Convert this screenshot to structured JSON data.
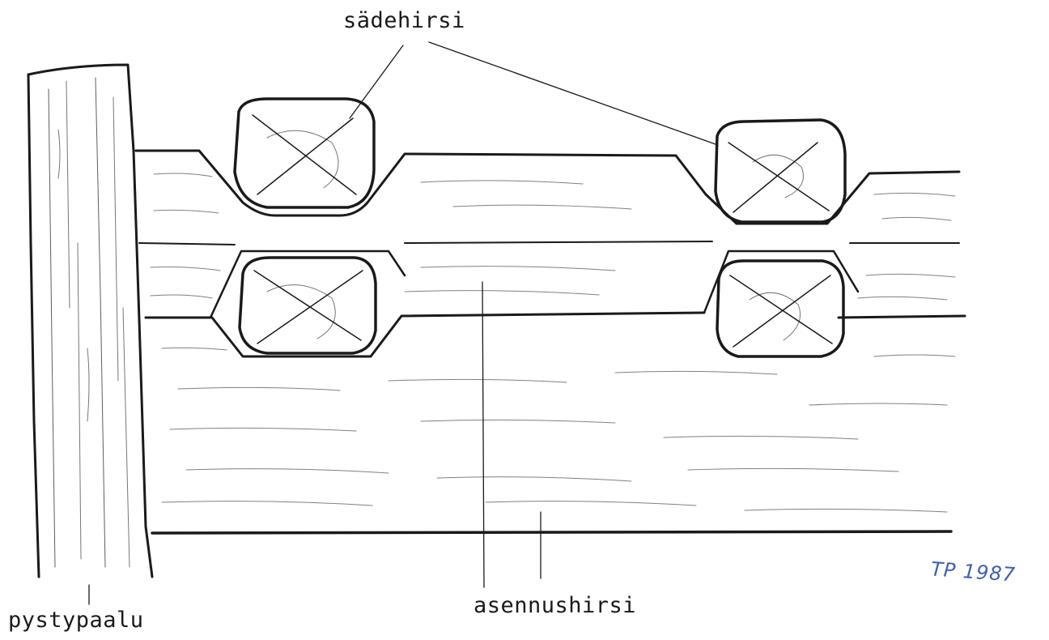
{
  "labels": {
    "radial_log": "sädehirsi",
    "mounting_log": "asennushirsi",
    "upright_post": "pystypaalu"
  },
  "signature": "TP 1987",
  "colors": {
    "ink": "#1a1a1a",
    "signature_ink": "#3e5fb8",
    "paper": "#ffffff"
  }
}
